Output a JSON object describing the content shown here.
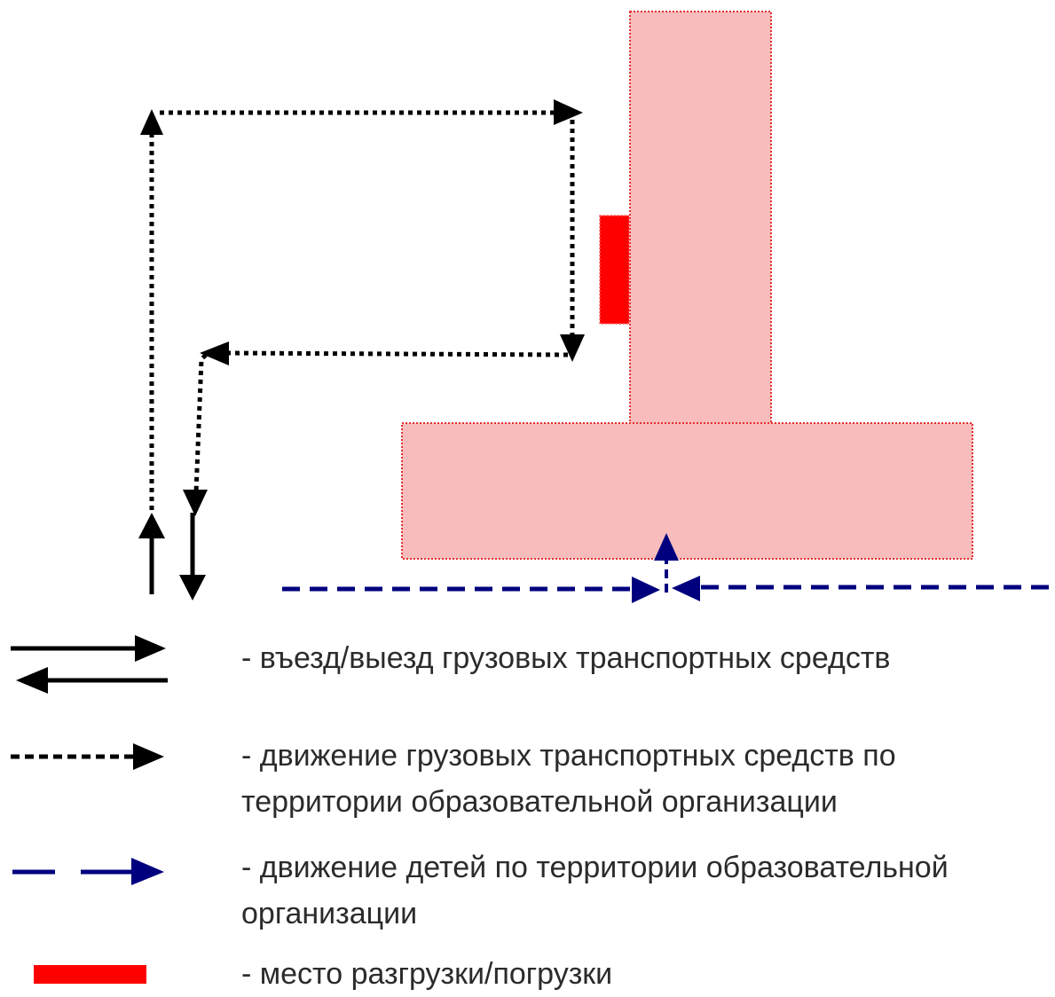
{
  "legend": {
    "items": [
      {
        "key": "truck_entry_exit",
        "icon": "two-way-arrows-icon",
        "text": "- въезд/выезд грузовых транспортных средств"
      },
      {
        "key": "truck_movement",
        "icon": "dotted-arrow-icon",
        "line1": "- движение грузовых транспортных средств по",
        "line2": "территории образовательной организации"
      },
      {
        "key": "children_movement",
        "icon": "dashed-blue-arrow-icon",
        "line1": "- движение детей по территории образовательной",
        "line2": "организации"
      },
      {
        "key": "loading_zone",
        "icon": "red-bar-icon",
        "text": "- место разгрузки/погрузки"
      }
    ]
  },
  "colors": {
    "building_fill": "#f9bcbc",
    "building_border": "#e03030",
    "loading_zone": "#ff0000",
    "children_path": "#00007f",
    "vehicle_path": "#000000",
    "legend_text": "#2b2b2b"
  }
}
